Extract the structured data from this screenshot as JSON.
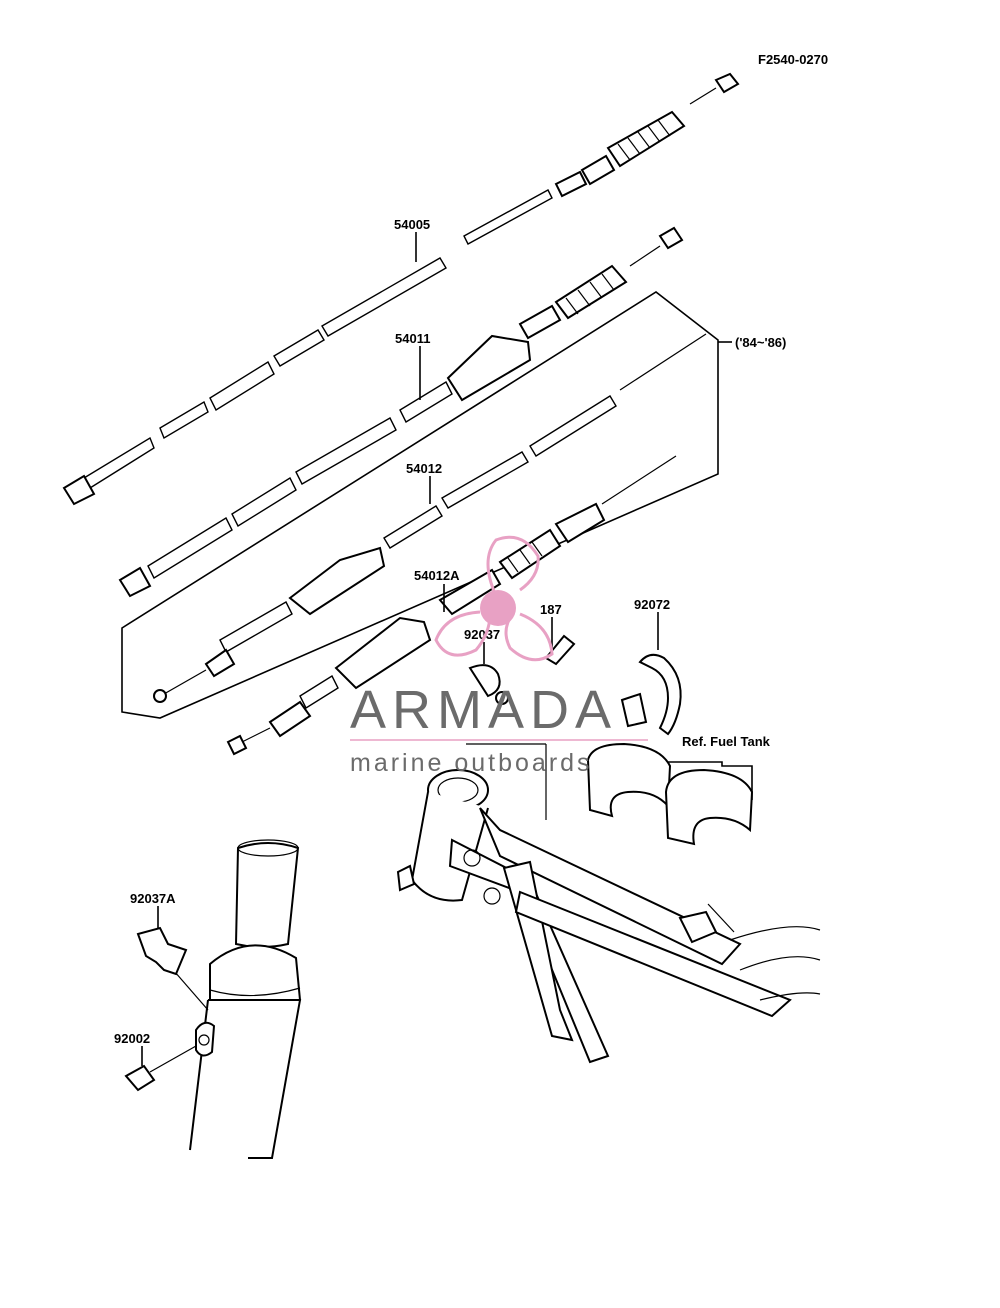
{
  "figure_code": "F2540-0270",
  "parts": {
    "p54005": "54005",
    "p54011": "54011",
    "p54012": "54012",
    "p54012a": "54012A",
    "p92037": "92037",
    "p187": "187",
    "p92072": "92072",
    "p92037a": "92037A",
    "p92002": "92002"
  },
  "year_range": "('84~'86)",
  "ref_label": "Ref. Fuel Tank",
  "watermark": {
    "brand": "ARMADA",
    "tagline": "marine outboards",
    "color": "#e8a1c4"
  }
}
